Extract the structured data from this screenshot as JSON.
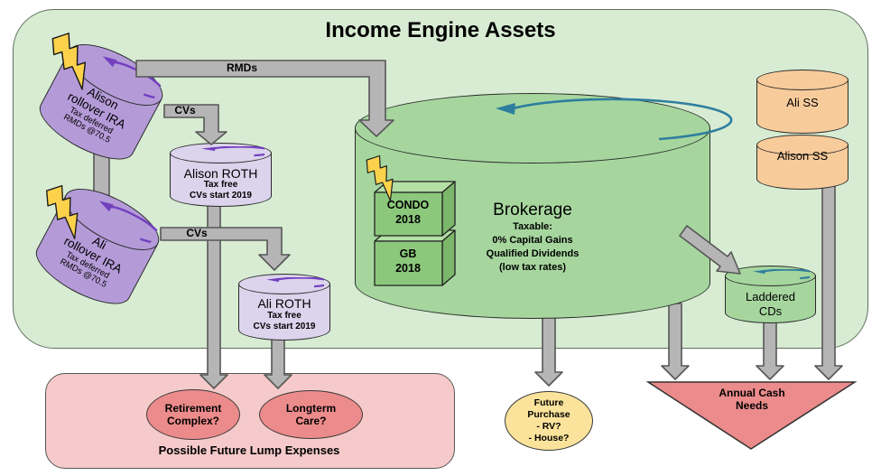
{
  "title": "Income Engine Assets",
  "edges": {
    "rmds": "RMDs",
    "cvs_top": "CVs",
    "cvs_bottom": "CVs"
  },
  "nodes": {
    "alison_ira": {
      "line1": "Alison",
      "line2": "rollover IRA",
      "line3": "Tax deferred",
      "line4": "RMDs @70.5"
    },
    "ali_ira": {
      "line1": "Ali",
      "line2": "rollover IRA",
      "line3": "Tax deferred",
      "line4": "RMDs @70.5"
    },
    "alison_roth": {
      "name": "Alison ROTH",
      "line1": "Tax free",
      "line2": "CVs start 2019"
    },
    "ali_roth": {
      "name": "Ali ROTH",
      "line1": "Tax free",
      "line2": "CVs start 2019"
    },
    "brokerage": {
      "name": "Brokerage",
      "line1": "Taxable:",
      "line2": "0% Capital Gains",
      "line3": "Qualified Dividends",
      "line4": "(low tax rates)"
    },
    "condo": {
      "name": "CONDO",
      "year": "2018"
    },
    "gb": {
      "name": "GB",
      "year": "2018"
    },
    "ali_ss": {
      "name": "Ali SS"
    },
    "alison_ss": {
      "name": "Alison SS"
    },
    "laddered_cds": {
      "line1": "Laddered",
      "line2": "CDs"
    },
    "future_purchase": {
      "line1": "Future",
      "line2": "Purchase",
      "line3": "- RV?",
      "line4": "- House?"
    },
    "retirement_complex": {
      "line1": "Retirement",
      "line2": "Complex?"
    },
    "longterm_care": {
      "line1": "Longterm",
      "line2": "Care?"
    },
    "annual_cash_needs": {
      "line1": "Annual Cash",
      "line2": "Needs"
    },
    "lump_expenses": {
      "caption": "Possible Future Lump Expenses"
    }
  },
  "colors": {
    "container_green": "#d7ecd2",
    "brokerage_green": "#a6d69e",
    "ira_purple": "#b49bd8",
    "roth_purple": "#dcd3ec",
    "ss_orange": "#f8cb9b",
    "pink_box": "#f6caca",
    "expense_red": "#ec8b8b",
    "purchase_yellow": "#fbe39b",
    "bolt_yellow": "#fcd24c",
    "arrow_gray": "#b5b5b5",
    "cycle_purple": "#7340bf",
    "cycle_teal": "#2e7e9e"
  }
}
